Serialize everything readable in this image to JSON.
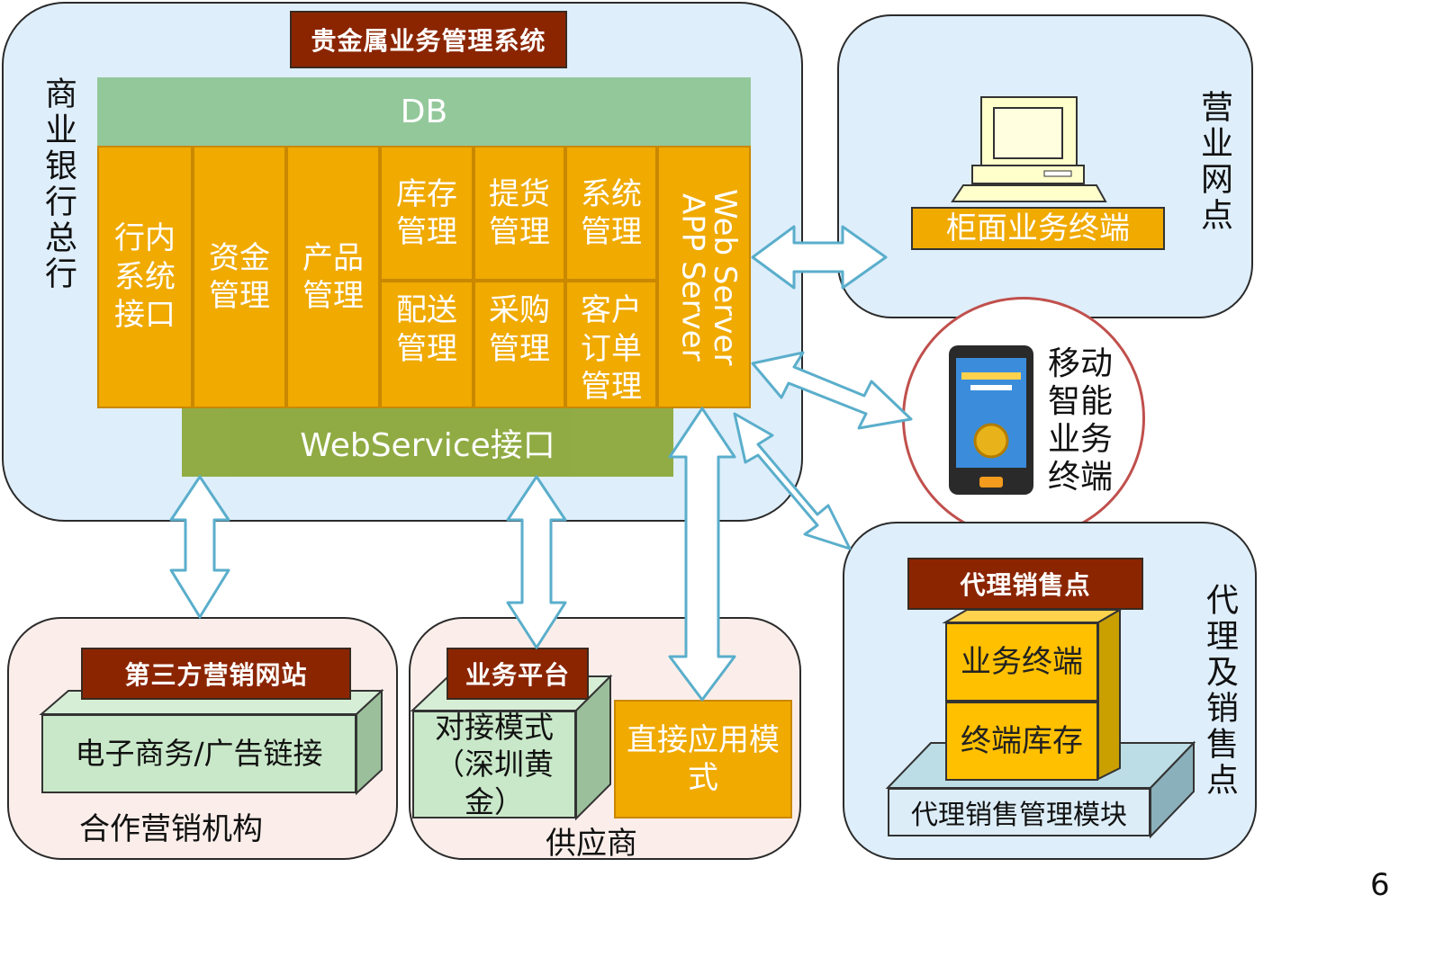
{
  "hq": {
    "side_label": "商业银行总行",
    "title": "贵金属业务管理系统",
    "db": "DB",
    "webservice": "WebService接口",
    "modules": {
      "m1": "行内系统接口",
      "m2": "资金管理",
      "m3": "产品管理",
      "m4": "库存管理",
      "m5": "提货管理",
      "m6": "系统管理",
      "m7": "配送管理",
      "m8": "采购管理",
      "m9": "客户订单管理"
    },
    "server": "Web Server APP Server"
  },
  "branch": {
    "side_label": "营业网点",
    "terminal": "柜面业务终端",
    "icon": "computer-icon"
  },
  "mobile": {
    "label": "移动智能业务终端",
    "icon": "smartphone-icon"
  },
  "agent": {
    "side_label": "代理及销售点",
    "title": "代理销售点",
    "terminal": "业务终端",
    "stock": "终端库存",
    "module": "代理销售管理模块"
  },
  "partner": {
    "title": "第三方营销网站",
    "box": "电子商务/广告链接",
    "caption": "合作营销机构"
  },
  "supplier": {
    "title": "业务平台",
    "box1": "对接模式（深圳黄金）",
    "box2": "直接应用模式",
    "caption": "供应商"
  },
  "page_number": "6",
  "colors": {
    "panel_blue": "#deeefb",
    "panel_pink": "#fbeeea",
    "orange": "#f0aa00",
    "title_red": "#8b2500",
    "db_green": "#93c89b",
    "arrow": "#5aaecb"
  }
}
